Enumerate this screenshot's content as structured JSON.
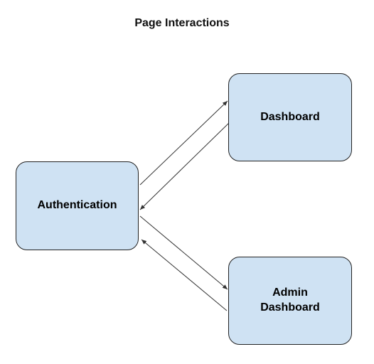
{
  "title": "Page Interactions",
  "colors": {
    "node_fill": "#cfe2f3",
    "node_stroke": "#222222",
    "edge": "#333333"
  },
  "nodes": {
    "auth": {
      "label": "Authentication"
    },
    "dashboard": {
      "label": "Dashboard"
    },
    "admin": {
      "label": "Admin\nDashboard"
    }
  },
  "edges": [
    {
      "from": "auth",
      "to": "dashboard"
    },
    {
      "from": "dashboard",
      "to": "auth"
    },
    {
      "from": "auth",
      "to": "admin"
    },
    {
      "from": "admin",
      "to": "auth"
    }
  ]
}
